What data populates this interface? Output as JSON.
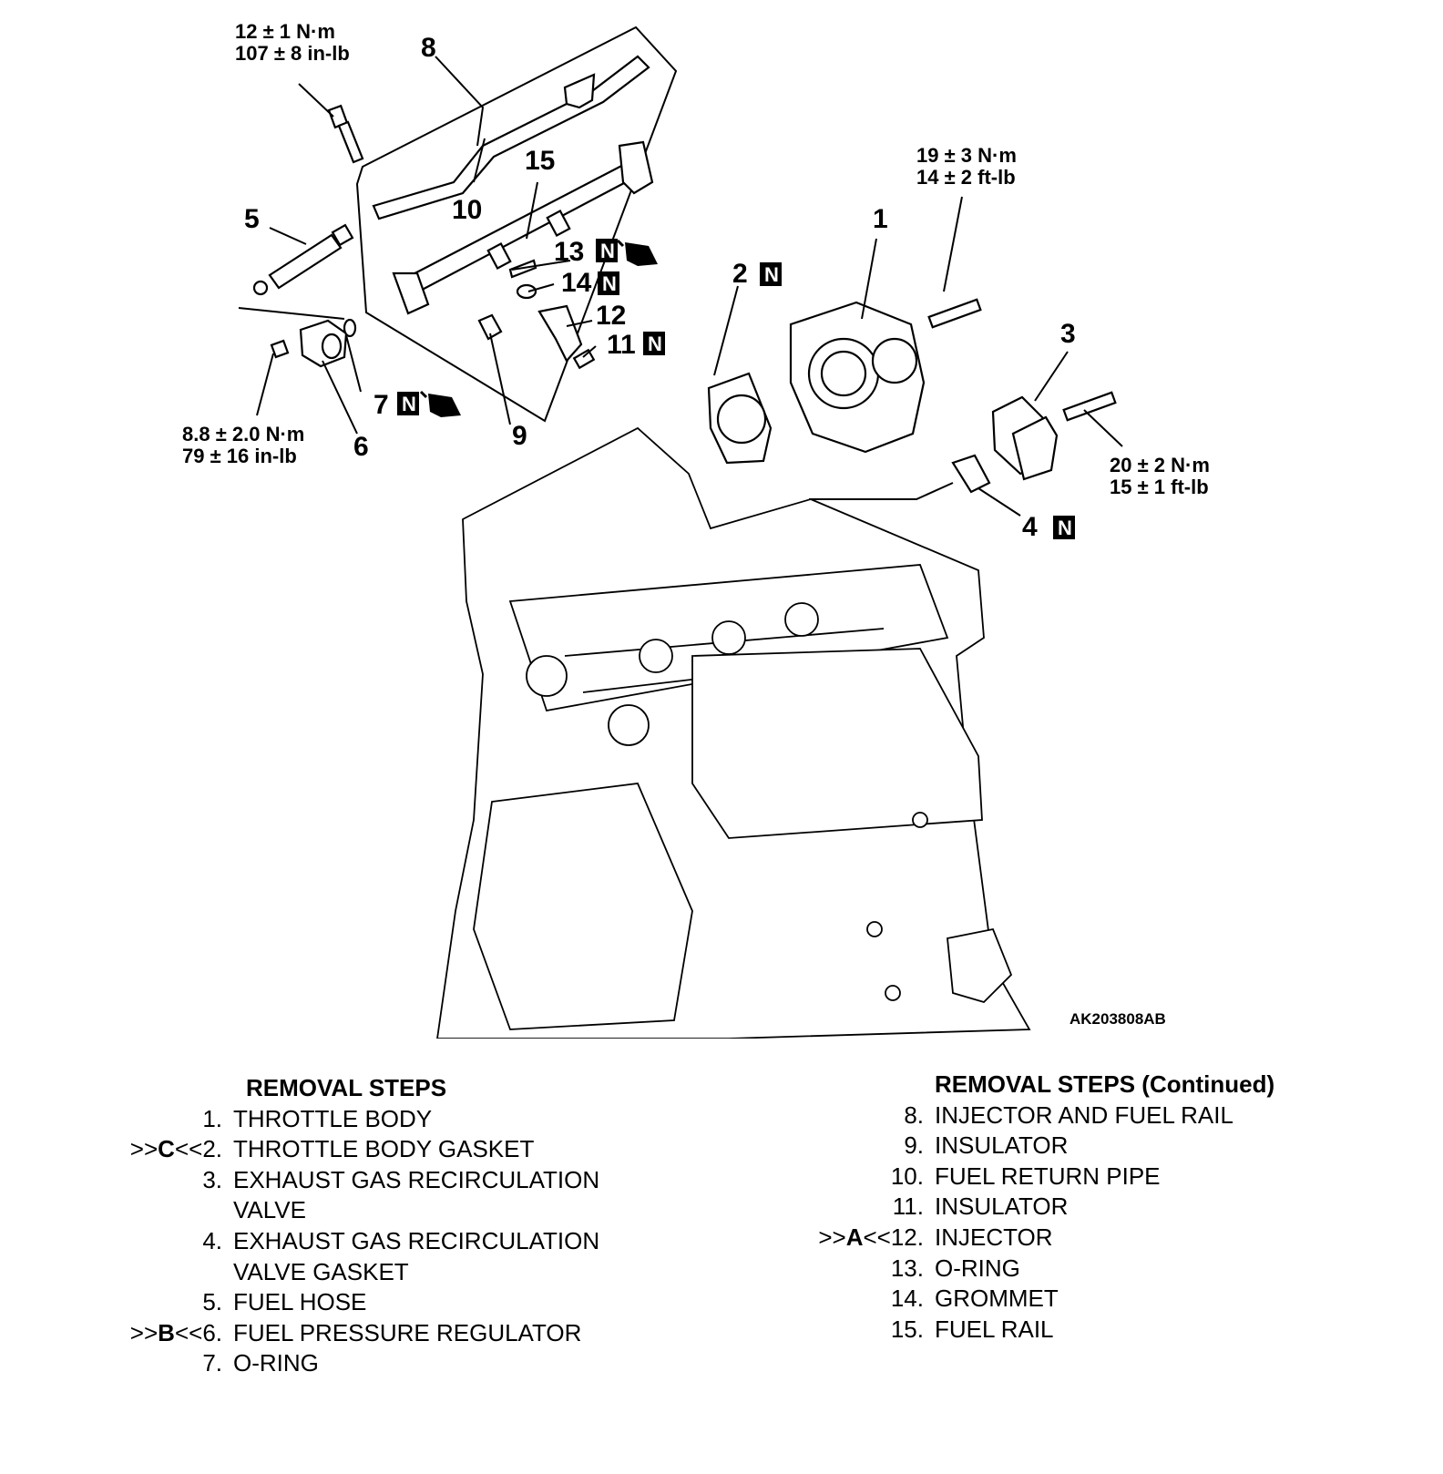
{
  "callouts": {
    "p1": "1",
    "p2": "2",
    "p3": "3",
    "p4": "4",
    "p5": "5",
    "p6": "6",
    "p7": "7",
    "p8": "8",
    "p9": "9",
    "p10": "10",
    "p11": "11",
    "p12": "12",
    "p13": "13",
    "p14": "14",
    "p15": "15"
  },
  "torque_specs": {
    "bolt_top": [
      "12 ± 1 N·m",
      "107 ± 8 in-lb"
    ],
    "throttle_bolt": [
      "19 ± 3 N·m",
      "14 ± 2 ft-lb"
    ],
    "regulator_bolt": [
      "8.8 ± 2.0 N·m",
      "79 ± 16 in-lb"
    ],
    "egr_bolt": [
      "20 ± 2 N·m",
      "15 ± 1 ft-lb"
    ]
  },
  "new_part_mark": "N",
  "figure_ref": "AK203808AB",
  "removal_steps": {
    "title": "REMOVAL STEPS",
    "title_continued": "REMOVAL STEPS (Continued)",
    "left": [
      {
        "mark": "",
        "num": "1.",
        "text": "THROTTLE BODY"
      },
      {
        "mark": "C",
        "num": "2.",
        "text": "THROTTLE BODY GASKET"
      },
      {
        "mark": "",
        "num": "3.",
        "text": "EXHAUST GAS RECIRCULATION\nVALVE"
      },
      {
        "mark": "",
        "num": "4.",
        "text": "EXHAUST GAS RECIRCULATION\nVALVE GASKET"
      },
      {
        "mark": "",
        "num": "5.",
        "text": "FUEL HOSE"
      },
      {
        "mark": "B",
        "num": "6.",
        "text": "FUEL PRESSURE REGULATOR"
      },
      {
        "mark": "",
        "num": "7.",
        "text": "O-RING"
      }
    ],
    "right": [
      {
        "mark": "",
        "num": "8.",
        "text": "INJECTOR AND FUEL RAIL"
      },
      {
        "mark": "",
        "num": "9.",
        "text": "INSULATOR"
      },
      {
        "mark": "",
        "num": "10.",
        "text": "FUEL RETURN PIPE"
      },
      {
        "mark": "",
        "num": "11.",
        "text": "INSULATOR"
      },
      {
        "mark": "A",
        "num": "12.",
        "text": "INJECTOR"
      },
      {
        "mark": "",
        "num": "13.",
        "text": "O-RING"
      },
      {
        "mark": "",
        "num": "14.",
        "text": "GROMMET"
      },
      {
        "mark": "",
        "num": "15.",
        "text": "FUEL RAIL"
      }
    ]
  }
}
